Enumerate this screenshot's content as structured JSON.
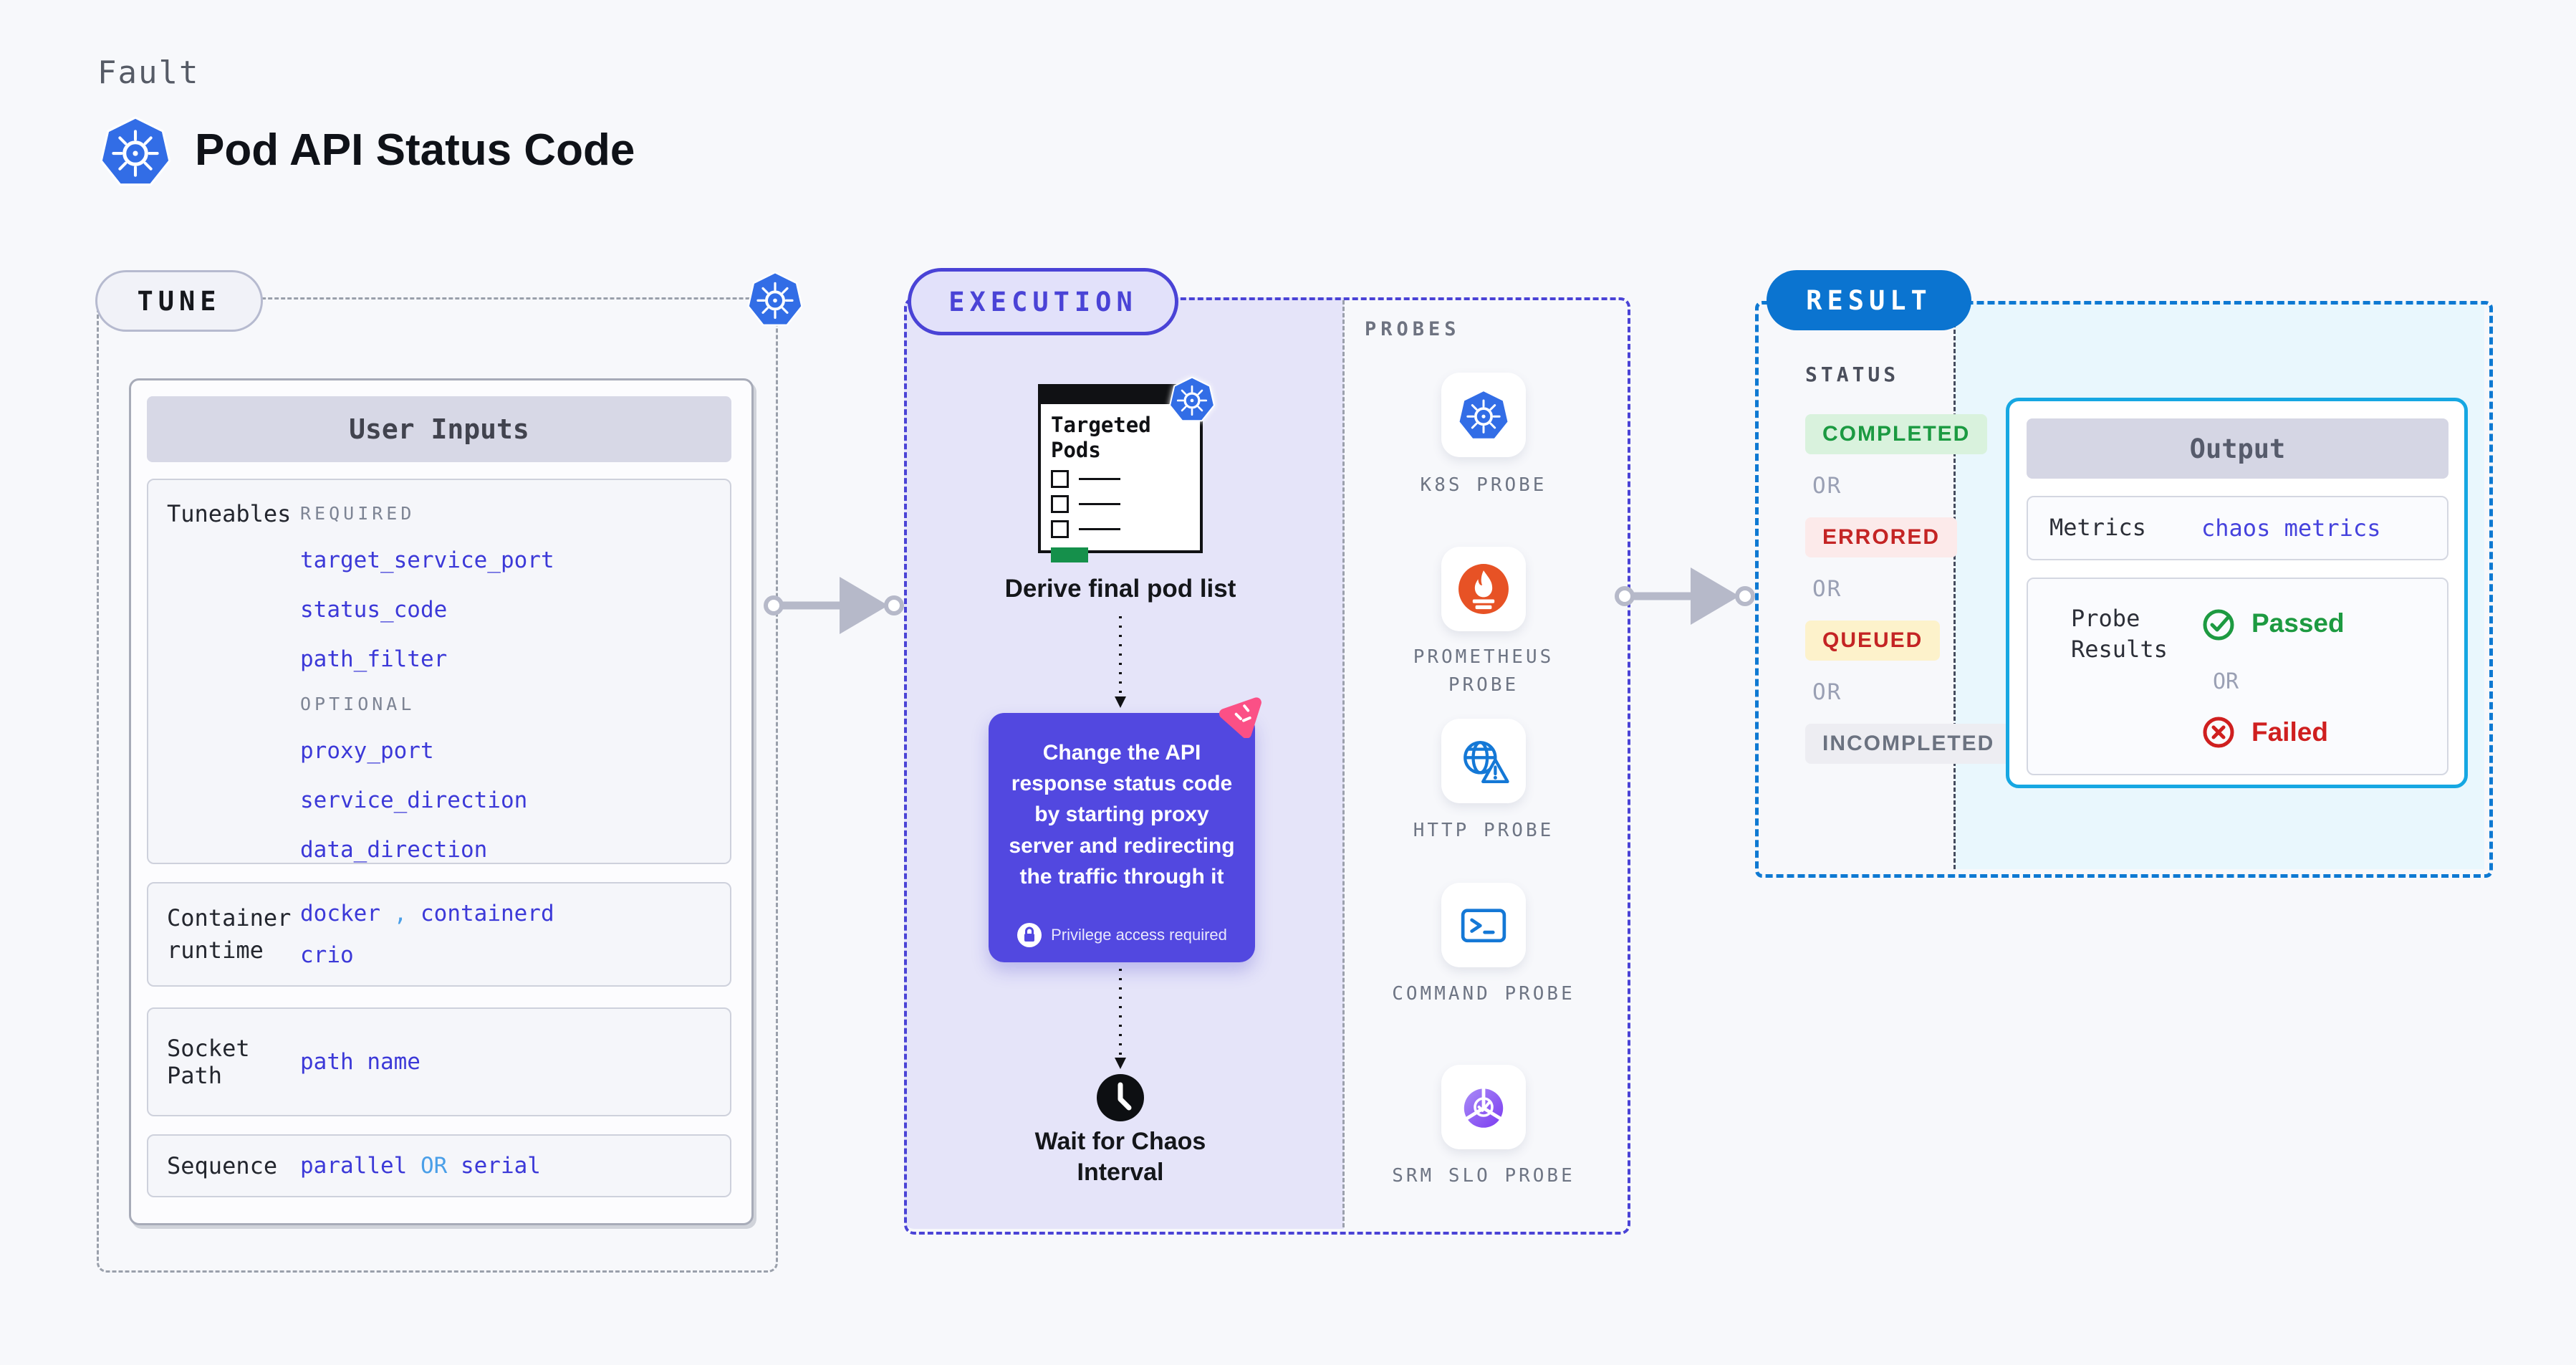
{
  "colors": {
    "page_background": "#f7f8fb",
    "kubernetes_blue": "#326de6",
    "execution_purple": "#4a43d6",
    "callout_purple": "#5248e0",
    "result_blue": "#0b74d0",
    "output_border_cyan": "#16a7e2",
    "param_blue": "#3c39d8",
    "connector_light_blue": "#4a9fe8",
    "passed_green": "#1d9a41",
    "failed_red": "#cf1f1f",
    "prometheus_orange": "#e75225",
    "litmus_pink": "#fb5086"
  },
  "header": {
    "kicker": "Fault",
    "title": "Pod API Status Code"
  },
  "tune": {
    "pill_label": "TUNE",
    "card_title": "User Inputs",
    "rows": {
      "tuneables": {
        "label": "Tuneables",
        "required_label": "REQUIRED",
        "required": [
          "target_service_port",
          "status_code",
          "path_filter"
        ],
        "optional_label": "OPTIONAL",
        "optional": [
          "proxy_port",
          "service_direction",
          "data_direction"
        ]
      },
      "runtime": {
        "label": "Container runtime",
        "value1": "docker",
        "separator": ",",
        "value2": "containerd",
        "value3": "crio"
      },
      "socket": {
        "label": "Socket Path",
        "value": "path name"
      },
      "sequence": {
        "label": "Sequence",
        "value1": "parallel",
        "or": "OR",
        "value2": "serial"
      }
    }
  },
  "execution": {
    "pill_label": "EXECUTION",
    "pod_card_title": "Targeted Pods",
    "derive_caption": "Derive final pod list",
    "callout_text": "Change the API response status code by starting proxy server and redirecting the traffic through it",
    "privilege_note": "Privilege access required",
    "wait_caption": "Wait for Chaos Interval"
  },
  "probes": {
    "title": "PROBES",
    "items": [
      {
        "label": "K8S PROBE",
        "icon": "k8s-icon"
      },
      {
        "label": "PROMETHEUS PROBE",
        "icon": "prometheus-icon"
      },
      {
        "label": "HTTP PROBE",
        "icon": "http-icon"
      },
      {
        "label": "COMMAND PROBE",
        "icon": "command-icon"
      },
      {
        "label": "SRM SLO PROBE",
        "icon": "srm-slo-icon"
      }
    ]
  },
  "result": {
    "pill_label": "RESULT",
    "status_title": "STATUS",
    "or_label": "OR",
    "statuses": [
      {
        "label": "COMPLETED",
        "fg": "#1b9a41",
        "bg": "#d9f2dd"
      },
      {
        "label": "ERRORED",
        "fg": "#c42424",
        "bg": "#fceaea"
      },
      {
        "label": "QUEUED",
        "fg": "#c42424",
        "bg": "#fdf2cb"
      },
      {
        "label": "INCOMPLETED",
        "fg": "#6b7280",
        "bg": "#ededf2"
      }
    ],
    "output": {
      "title": "Output",
      "metrics_label": "Metrics",
      "metrics_value": "chaos metrics",
      "probe_results_label": "Probe Results",
      "passed_label": "Passed",
      "or_label": "OR",
      "failed_label": "Failed"
    }
  }
}
